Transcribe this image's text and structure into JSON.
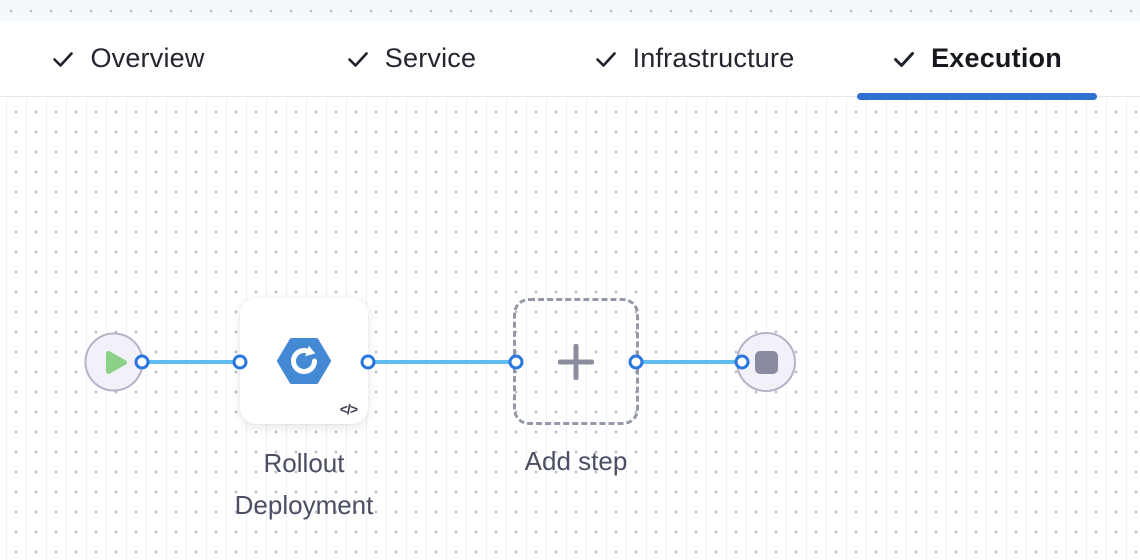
{
  "tabs": {
    "items": [
      {
        "label": "Overview",
        "completed": true,
        "active": false
      },
      {
        "label": "Service",
        "completed": true,
        "active": false
      },
      {
        "label": "Infrastructure",
        "completed": true,
        "active": false
      },
      {
        "label": "Execution",
        "completed": true,
        "active": true
      }
    ]
  },
  "pipeline": {
    "start_node": {
      "icon": "play-icon"
    },
    "step": {
      "label_line1": "Rollout",
      "label_line2": "Deployment",
      "icon": "gcp-rollout-icon",
      "badge": "</>"
    },
    "add_step": {
      "label": "Add step"
    },
    "end_node": {
      "icon": "stop-icon"
    }
  },
  "colors": {
    "accent": "#2e6fd1",
    "edge": "#5fbdee",
    "port": "#2b77dc",
    "node_fill": "#f2f1fa",
    "node_border": "#b4b3c7",
    "play_green": "#8cd188",
    "stop_gray": "#8a8ba2",
    "step_icon_blue": "#4489d4",
    "label_text": "#4c4e63"
  }
}
